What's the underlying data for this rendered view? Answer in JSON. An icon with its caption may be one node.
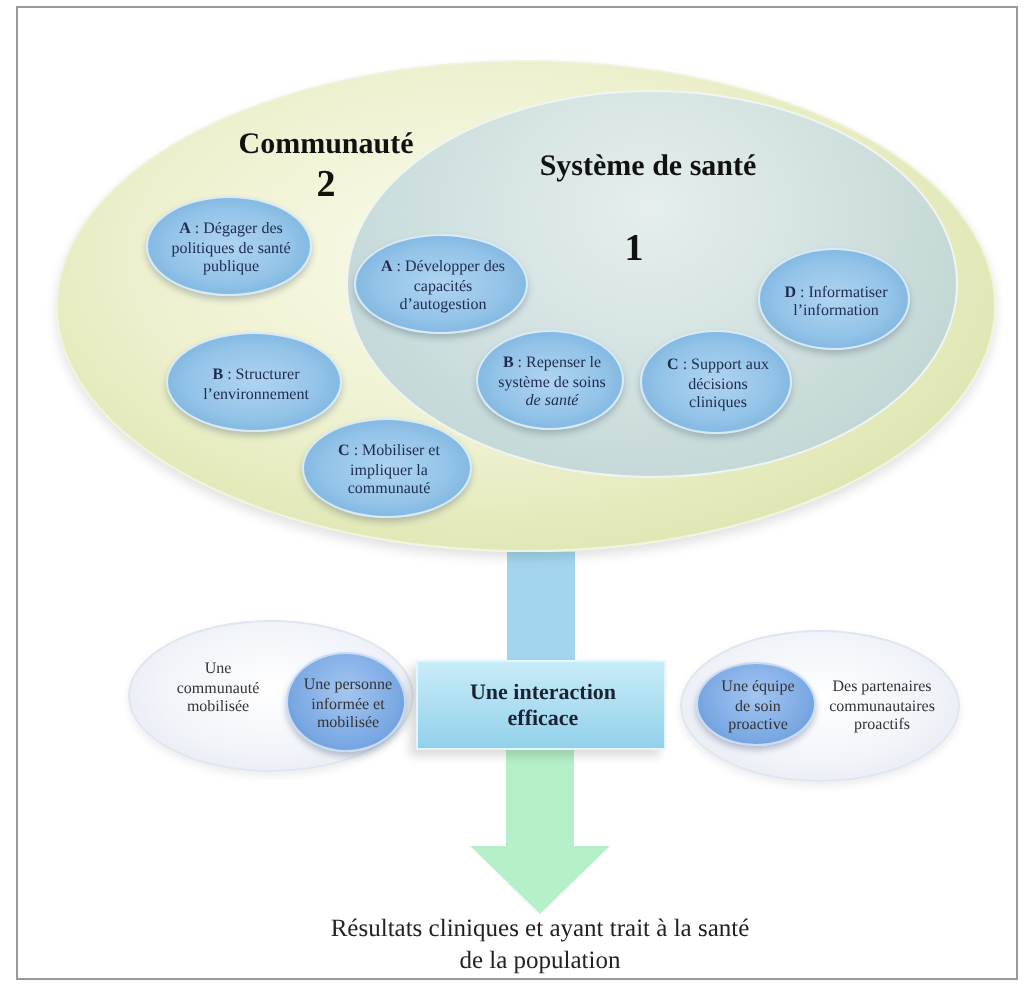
{
  "diagram": {
    "nodes": [
      {
        "text": [
          "Communauté",
          "2"
        ]
      },
      {
        "text": [
          "Système de santé",
          "1"
        ],
        "in": 0
      },
      {
        "text": [
          "**A** : Dégager des politiques de santé publique"
        ],
        "in": 0
      },
      {
        "text": [
          "**B** : Structurer l’environnement"
        ],
        "in": 0
      },
      {
        "text": [
          "**C** : Mobiliser et impliquer la communauté"
        ],
        "in": 0
      },
      {
        "text": [
          "**A** : Développer des capacités d’autogestion"
        ],
        "in": 1
      },
      {
        "text": [
          "**B** : Repenser le système de soins *de santé*"
        ],
        "in": 1
      },
      {
        "text": [
          "**C** : Support aux décisions cliniques"
        ],
        "in": 1
      },
      {
        "text": [
          "**D** : Informatiser l’information"
        ],
        "in": 1
      },
      {
        "text": [
          "Une communauté mobilisée"
        ]
      },
      {
        "text": [
          "Une personne informée et mobilisée"
        ],
        "in": 9
      },
      {
        "text": [
          "Une interaction efficace"
        ]
      },
      {
        "text": [
          "Des partenaires communautaires proactifs"
        ]
      },
      {
        "text": [
          "Une équipe de soin proactive"
        ],
        "in": 12
      },
      {
        "text": [
          "Résultats cliniques et ayant trait à la santé de la population"
        ]
      }
    ],
    "edges": [
      {
        "from": 0,
        "to": 11,
        "arrow": "none",
        "color": "#a3d6ee"
      },
      {
        "from": 11,
        "to": 14,
        "arrow": "to",
        "color": "#b6f0c8"
      }
    ]
  }
}
